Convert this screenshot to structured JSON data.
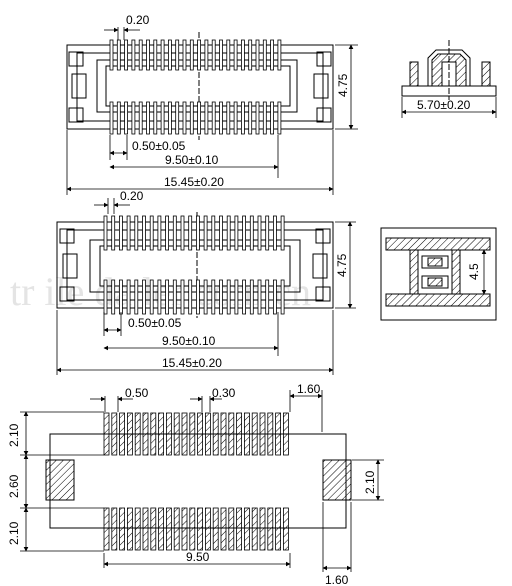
{
  "watermark": "tr ile da ler com cn",
  "top_view": {
    "dims": {
      "pitch": "0.20",
      "pin_pitch": "0.50±0.05",
      "inner_length": "9.50±0.10",
      "overall_length": "15.45±0.20",
      "height": "4.75"
    }
  },
  "side_view": {
    "dims": {
      "width": "5.70±0.20"
    }
  },
  "mid_view": {
    "dims": {
      "pitch": "0.20",
      "pin_pitch": "0.50±0.05",
      "inner_length": "9.50±0.10",
      "overall_length": "15.45±0.20",
      "height": "4.75"
    }
  },
  "mated_view": {
    "dims": {
      "stack_height": "4.5"
    }
  },
  "footprint": {
    "dims": {
      "pad_pitch": "0.50",
      "pad_width": "0.30",
      "tab_width_top": "1.60",
      "row_height_top": "2.10",
      "row_gap": "2.60",
      "row_height_bottom": "2.10",
      "tab_height": "2.10",
      "row_length": "9.50",
      "tab_width_bottom": "1.60"
    }
  }
}
